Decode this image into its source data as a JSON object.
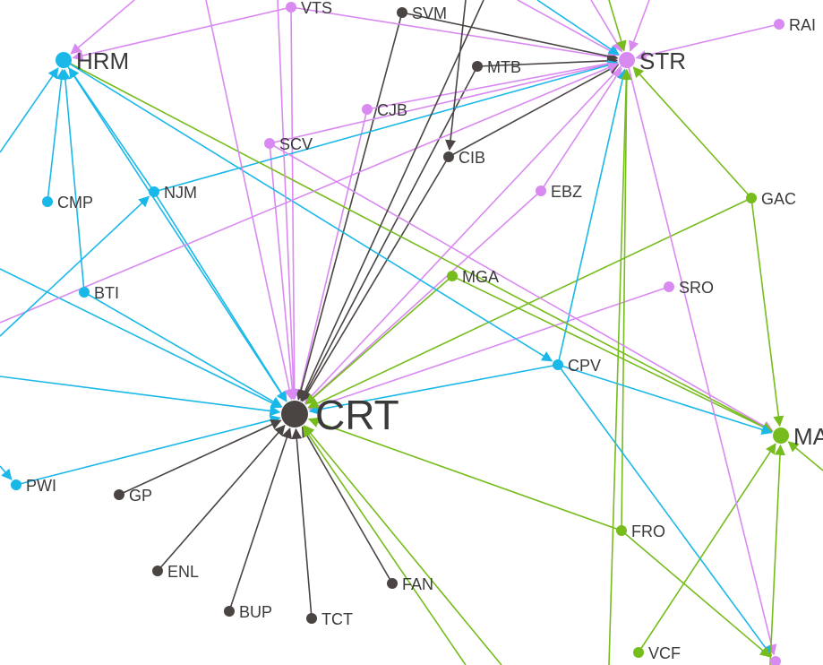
{
  "colors": {
    "cyan": "#1ab8e8",
    "pink": "#d98af0",
    "green": "#76bc1c",
    "dark": "#4a4543"
  },
  "nodes": [
    {
      "id": "CRT",
      "label": "CRT",
      "color": "dark",
      "size": "large"
    },
    {
      "id": "STR",
      "label": "STR",
      "color": "pink",
      "size": "medium"
    },
    {
      "id": "HRM",
      "label": "HRM",
      "color": "cyan",
      "size": "medium"
    },
    {
      "id": "MA",
      "label": "MA",
      "color": "green",
      "size": "medium"
    },
    {
      "id": "VTS",
      "label": "VTS",
      "color": "pink",
      "size": "small"
    },
    {
      "id": "SVM",
      "label": "SVM",
      "color": "dark",
      "size": "small"
    },
    {
      "id": "RAI",
      "label": "RAI",
      "color": "pink",
      "size": "small"
    },
    {
      "id": "MTB",
      "label": "MTB",
      "color": "dark",
      "size": "small"
    },
    {
      "id": "CJB",
      "label": "CJB",
      "color": "pink",
      "size": "small"
    },
    {
      "id": "SCV",
      "label": "SCV",
      "color": "pink",
      "size": "small"
    },
    {
      "id": "CIB",
      "label": "CIB",
      "color": "dark",
      "size": "small"
    },
    {
      "id": "CMP",
      "label": "CMP",
      "color": "cyan",
      "size": "small"
    },
    {
      "id": "NJM",
      "label": "NJM",
      "color": "cyan",
      "size": "small"
    },
    {
      "id": "EBZ",
      "label": "EBZ",
      "color": "pink",
      "size": "small"
    },
    {
      "id": "GAC",
      "label": "GAC",
      "color": "green",
      "size": "small"
    },
    {
      "id": "MGA",
      "label": "MGA",
      "color": "green",
      "size": "small"
    },
    {
      "id": "BTI",
      "label": "BTI",
      "color": "cyan",
      "size": "small"
    },
    {
      "id": "SRO",
      "label": "SRO",
      "color": "pink",
      "size": "small"
    },
    {
      "id": "CPV",
      "label": "CPV",
      "color": "cyan",
      "size": "small"
    },
    {
      "id": "PWI",
      "label": "PWI",
      "color": "cyan",
      "size": "small"
    },
    {
      "id": "GP",
      "label": "GP",
      "color": "dark",
      "size": "small"
    },
    {
      "id": "FRO",
      "label": "FRO",
      "color": "green",
      "size": "small"
    },
    {
      "id": "ENL",
      "label": "ENL",
      "color": "dark",
      "size": "small"
    },
    {
      "id": "FAN",
      "label": "FAN",
      "color": "dark",
      "size": "small"
    },
    {
      "id": "BUP",
      "label": "BUP",
      "color": "dark",
      "size": "small"
    },
    {
      "id": "TCT",
      "label": "TCT",
      "color": "dark",
      "size": "small"
    },
    {
      "id": "VCF",
      "label": "VCF",
      "color": "green",
      "size": "small"
    },
    {
      "id": "BOT",
      "label": "",
      "color": "pink",
      "size": "small"
    }
  ],
  "edges": [
    {
      "from": "VTS",
      "to": "CRT",
      "color": "pink"
    },
    {
      "from": "SCV",
      "to": "CRT",
      "color": "pink"
    },
    {
      "from": "CJB",
      "to": "CRT",
      "color": "pink"
    },
    {
      "from": "EBZ",
      "to": "CRT",
      "color": "pink"
    },
    {
      "from": "SRO",
      "to": "CRT",
      "color": "pink"
    },
    {
      "from": "STR",
      "to": "CRT",
      "color": "pink"
    },
    {
      "from": "SVM",
      "to": "CRT",
      "color": "dark"
    },
    {
      "from": "MTB",
      "to": "CRT",
      "color": "dark"
    },
    {
      "from": "CIB",
      "to": "CRT",
      "color": "dark"
    },
    {
      "from": "HRM",
      "to": "CRT",
      "color": "cyan"
    },
    {
      "from": "NJM",
      "to": "CRT",
      "color": "cyan"
    },
    {
      "from": "BTI",
      "to": "CRT",
      "color": "cyan"
    },
    {
      "from": "CPV",
      "to": "CRT",
      "color": "cyan"
    },
    {
      "from": "PWI",
      "to": "CRT",
      "color": "cyan"
    },
    {
      "from": "MGA",
      "to": "CRT",
      "color": "green"
    },
    {
      "from": "GAC",
      "to": "CRT",
      "color": "green"
    },
    {
      "from": "FRO",
      "to": "CRT",
      "color": "green"
    },
    {
      "from": "GP",
      "to": "CRT",
      "color": "dark"
    },
    {
      "from": "ENL",
      "to": "CRT",
      "color": "dark"
    },
    {
      "from": "BUP",
      "to": "CRT",
      "color": "dark"
    },
    {
      "from": "TCT",
      "to": "CRT",
      "color": "dark"
    },
    {
      "from": "FAN",
      "to": "CRT",
      "color": "dark"
    },
    {
      "from": "VTS",
      "to": "STR",
      "color": "pink"
    },
    {
      "from": "RAI",
      "to": "STR",
      "color": "pink"
    },
    {
      "from": "CJB",
      "to": "STR",
      "color": "pink"
    },
    {
      "from": "SCV",
      "to": "STR",
      "color": "pink"
    },
    {
      "from": "EBZ",
      "to": "STR",
      "color": "pink"
    },
    {
      "from": "SVM",
      "to": "STR",
      "color": "dark"
    },
    {
      "from": "MTB",
      "to": "STR",
      "color": "dark"
    },
    {
      "from": "CIB",
      "to": "STR",
      "color": "dark"
    },
    {
      "from": "NJM",
      "to": "STR",
      "color": "cyan"
    },
    {
      "from": "CPV",
      "to": "STR",
      "color": "cyan"
    },
    {
      "from": "GAC",
      "to": "STR",
      "color": "green"
    },
    {
      "from": "FRO",
      "to": "STR",
      "color": "green"
    },
    {
      "from": "VTS",
      "to": "HRM",
      "color": "pink"
    },
    {
      "from": "CMP",
      "to": "HRM",
      "color": "cyan"
    },
    {
      "from": "NJM",
      "to": "HRM",
      "color": "cyan"
    },
    {
      "from": "BTI",
      "to": "HRM",
      "color": "cyan"
    },
    {
      "from": "HRM",
      "to": "MA",
      "color": "green"
    },
    {
      "from": "HRM",
      "to": "CPV",
      "color": "cyan"
    },
    {
      "from": "SCV",
      "to": "MA",
      "color": "pink"
    },
    {
      "from": "MGA",
      "to": "MA",
      "color": "green"
    },
    {
      "from": "CPV",
      "to": "MA",
      "color": "cyan"
    },
    {
      "from": "GAC",
      "to": "MA",
      "color": "green"
    },
    {
      "from": "VCF",
      "to": "MA",
      "color": "green"
    },
    {
      "from": "STR",
      "to": "BOT",
      "color": "pink"
    },
    {
      "from": "CPV",
      "to": "BOT",
      "color": "cyan"
    },
    {
      "from": "FRO",
      "to": "BOT",
      "color": "green"
    }
  ]
}
